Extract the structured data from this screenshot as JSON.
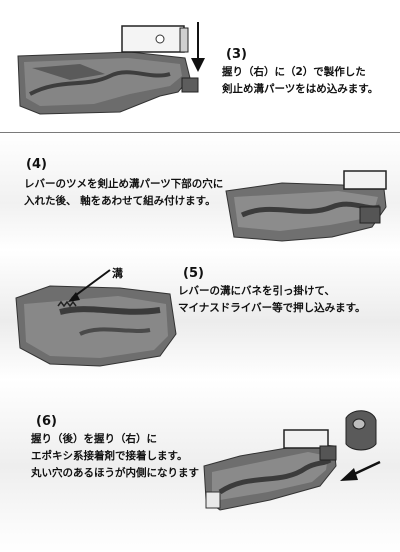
{
  "steps": [
    {
      "number": "(3)",
      "lines": [
        "握り（右）に（2）で製作した",
        "剣止め溝パーツをはめ込みます。"
      ]
    },
    {
      "number": "(4)",
      "lines": [
        "レバーのツメを剣止め溝パーツ下部の穴に",
        "入れた後、 軸をあわせて組み付けます。"
      ]
    },
    {
      "number": "(5)",
      "lines": [
        "レバーの溝にバネを引っ掛けて、",
        "マイナスドライバー等で押し込みます。"
      ],
      "callout": "溝"
    },
    {
      "number": "(6)",
      "lines": [
        "握り（後）を握り（右）に",
        "エポキシ系接着剤で接着します。",
        "丸い穴のあるほうが内側になります"
      ]
    }
  ],
  "colors": {
    "grip_dark": "#4a4a4a",
    "grip_mid": "#6e6e6e",
    "grip_light": "#a9a9a9",
    "divider": "#7a7a7a"
  }
}
